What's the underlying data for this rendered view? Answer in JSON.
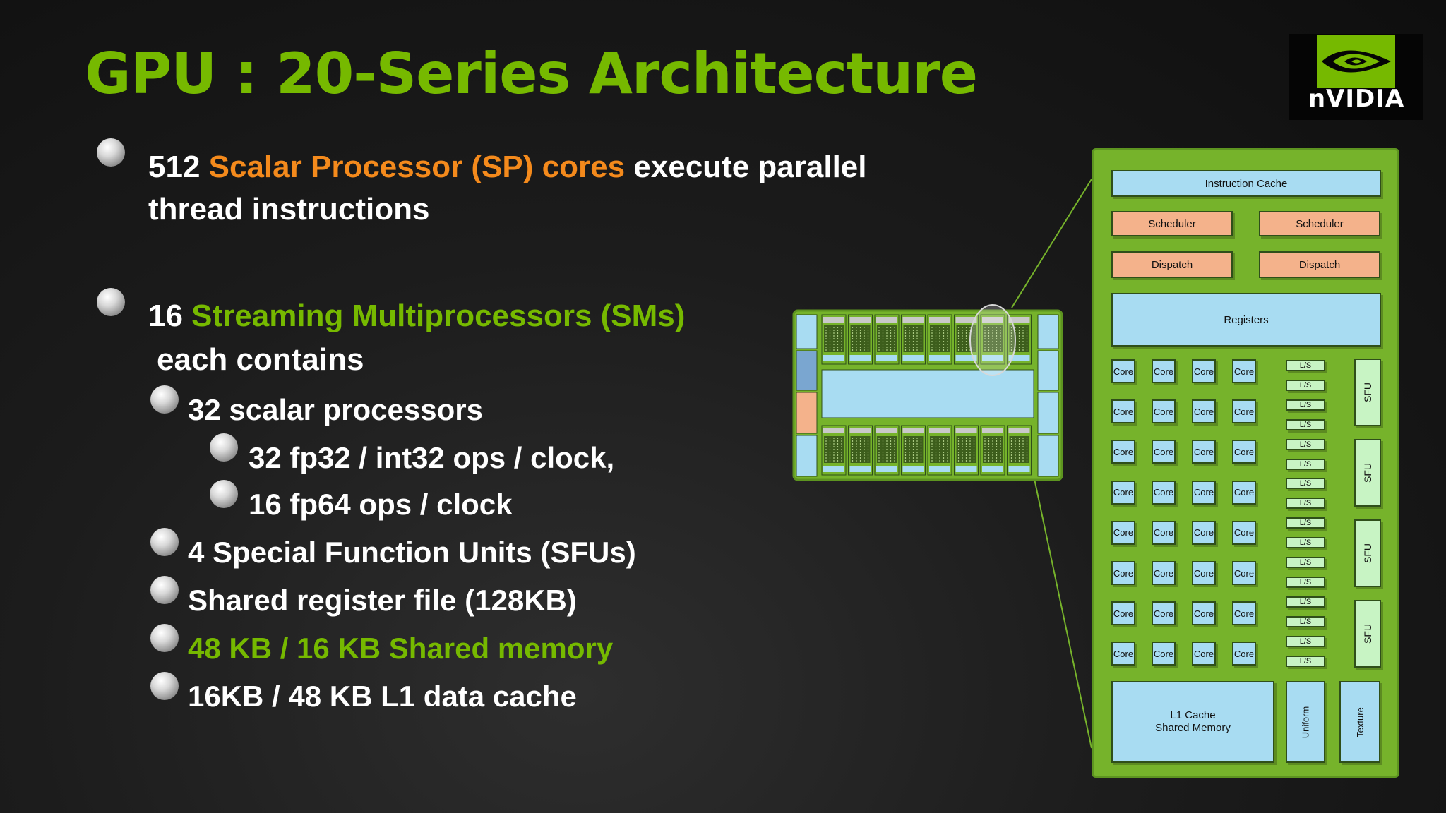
{
  "slide": {
    "title": "GPU : 20-Series Architecture",
    "logo_text": "nVIDIA"
  },
  "bullets": {
    "b1": {
      "prefix": "512 ",
      "highlight": "Scalar Processor (SP) cores",
      "suffix": " execute parallel",
      "line2": "thread instructions"
    },
    "b2": {
      "prefix": "16 ",
      "highlight": "Streaming Multiprocessors (SMs)",
      "line2": "each contains"
    },
    "sub1": "32 scalar processors",
    "sub1a": "32 fp32 / int32 ops / clock,",
    "sub1b": "16 fp64 ops / clock",
    "sub2": "4 Special Function Units (SFUs)",
    "sub3": "Shared register file (128KB)",
    "sub4": "48 KB / 16 KB Shared memory",
    "sub5": "16KB / 48 KB L1 data cache"
  },
  "sm_diagram": {
    "instruction_cache": "Instruction Cache",
    "scheduler_label": "Scheduler",
    "dispatch_label": "Dispatch",
    "registers": "Registers",
    "core_label": "Core",
    "ls_label": "L/S",
    "sfu_label": "SFU",
    "l1_line1": "L1 Cache",
    "l1_line2": "Shared Memory",
    "uniform": "Uniform",
    "texture": "Texture"
  },
  "colors": {
    "accent_green": "#76b900",
    "accent_orange": "#f48a1c",
    "block_blue": "#a8dcf2",
    "block_salmon": "#f4b28b",
    "block_mint": "#c8f4c4"
  }
}
